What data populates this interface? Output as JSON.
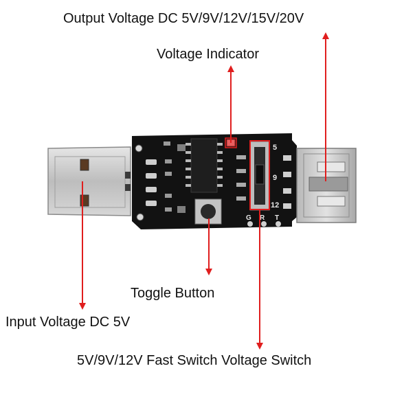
{
  "labels": {
    "output_voltage": "Output Voltage DC 5V/9V/12V/15V/20V",
    "voltage_indicator": "Voltage Indicator",
    "toggle_button": "Toggle Button",
    "input_voltage": "Input Voltage DC 5V",
    "fast_switch": "5V/9V/12V Fast Switch Voltage Switch"
  },
  "silkscreen": {
    "v5": "5",
    "v9": "9",
    "v12": "12",
    "g": "G",
    "r": "R",
    "t": "T"
  },
  "colors": {
    "arrow": "#e01e1e",
    "board": "#121212",
    "metal": "#c9c9c9"
  }
}
